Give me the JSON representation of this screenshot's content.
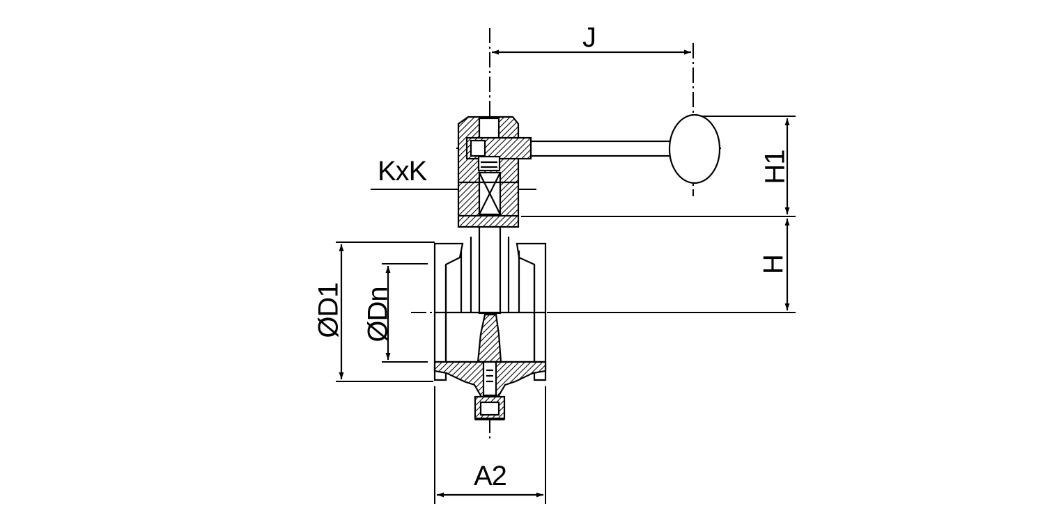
{
  "diagram": {
    "kind": "technical drawing",
    "stroke_color": "#000000",
    "hatch_color": "#000000",
    "background": "#ffffff"
  },
  "dimensions": {
    "J": "J",
    "KxK": "KxK",
    "H1": "H1",
    "H": "H",
    "D1": "ØD1",
    "Dn": "ØDn",
    "A2": "A2"
  }
}
